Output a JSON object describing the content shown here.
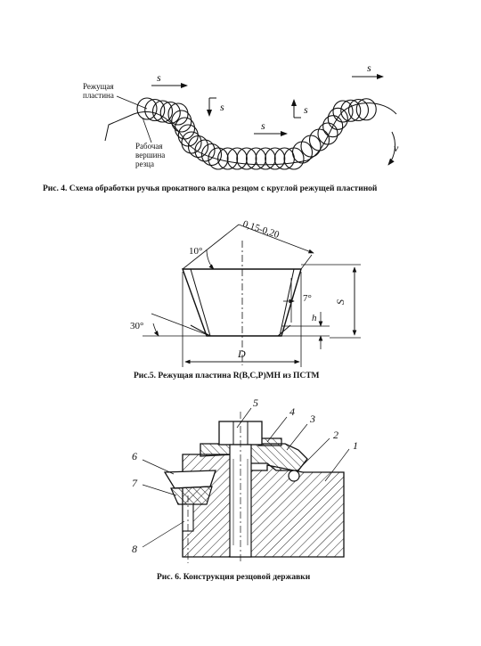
{
  "fig4": {
    "labels": {
      "s_top_left": "s",
      "s_top_right": "s",
      "s_mid_left": "s",
      "s_mid_center": "s",
      "s_mid_right": "s",
      "v": "v",
      "plate_line1": "Режущая",
      "plate_line2": "пластина",
      "tip_line1": "Рабочая",
      "tip_line2": "вершина",
      "tip_line3": "резца"
    },
    "caption": "Рис. 4. Схема обработки ручья прокатного валка резцом с круглой режущей пластиной"
  },
  "fig5": {
    "labels": {
      "angle_top": "10°",
      "chamfer": "0,15-0,20",
      "angle_side": "7°",
      "angle_bottom": "30°",
      "dim_h": "h",
      "dim_s": "S",
      "dim_d": "D"
    },
    "caption": "Рис.5. Режущая пластина R(B,C,P)МН из ПСТМ"
  },
  "fig6": {
    "labels": {
      "n1": "1",
      "n2": "2",
      "n3": "3",
      "n4": "4",
      "n5": "5",
      "n6": "6",
      "n7": "7",
      "n8": "8"
    },
    "caption": "Рис. 6. Конструкция резцовой державки"
  }
}
